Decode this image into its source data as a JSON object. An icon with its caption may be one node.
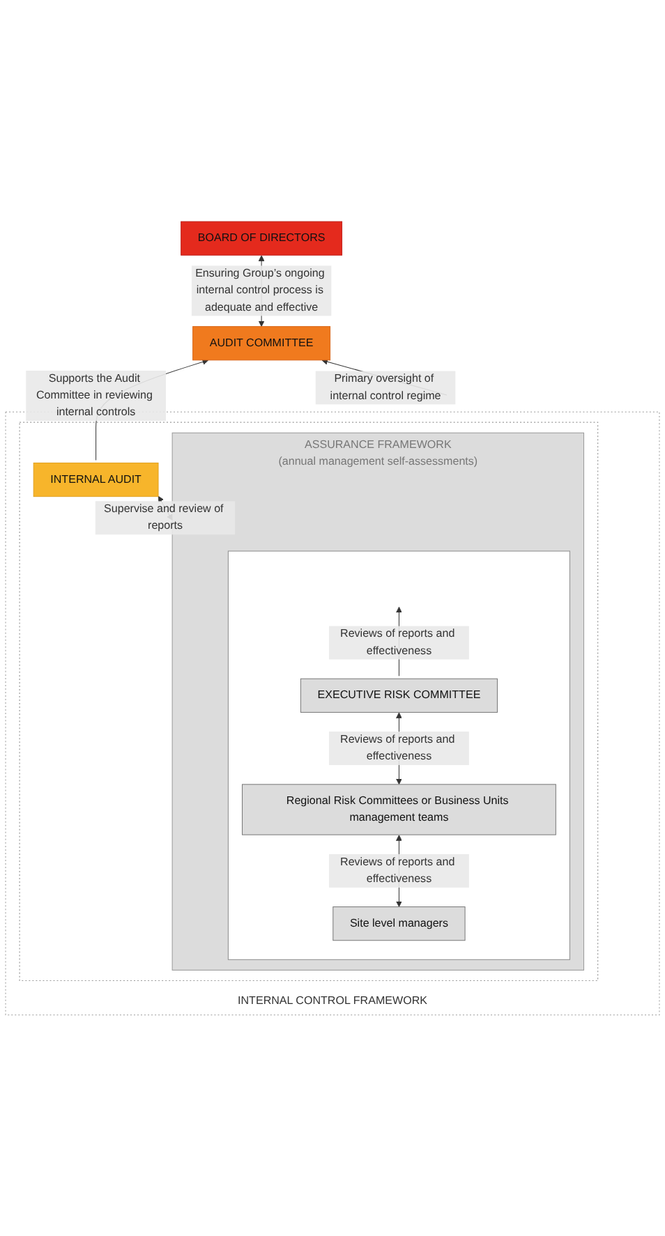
{
  "diagram": {
    "nodes": [
      {
        "text": [
          "BOARD OF DIRECTORS"
        ]
      },
      {
        "text": [
          "AUDIT COMMITTEE"
        ]
      },
      {
        "text": [
          "INTERNAL CONTROL FRAMEWORK"
        ]
      },
      {
        "text": [],
        "shape": "box",
        "in": 2
      },
      {
        "text": [
          "INTERNAL AUDIT"
        ],
        "in": 3
      },
      {
        "text": [
          "ASSURANCE FRAMEWORK",
          "(annual management self-assessments)"
        ],
        "in": 3
      },
      {
        "text": [],
        "shape": "box",
        "in": 5
      },
      {
        "text": [
          "EXECUTIVE RISK COMMITTEE"
        ],
        "in": 6
      },
      {
        "text": [
          "Regional Risk Committees or Business Units management teams"
        ],
        "in": 6
      },
      {
        "text": [
          "Site level managers"
        ],
        "in": 6
      }
    ],
    "edges": [
      {
        "from": 0,
        "to": 1,
        "arrow": "both",
        "label": "Ensuring Group’s ongoing internal control process is adequate and effective"
      },
      {
        "from": 2,
        "to": 1,
        "arrow": "to",
        "label": "Primary oversight of internal control regime"
      },
      {
        "from": 4,
        "to": 1,
        "arrow": "to",
        "label": "Supports the Audit Committee in reviewing internal controls"
      },
      {
        "from": 4,
        "to": 5,
        "arrow": "both",
        "label": "Supervise and review of reports"
      },
      {
        "from": 7,
        "to": null,
        "arrow": "to",
        "label": "Reviews of reports and effectiveness"
      },
      {
        "from": 7,
        "to": 8,
        "arrow": "both",
        "label": "Reviews of reports and effectiveness"
      },
      {
        "from": 8,
        "to": 9,
        "arrow": "both",
        "label": "Reviews of reports and effectiveness"
      }
    ]
  }
}
